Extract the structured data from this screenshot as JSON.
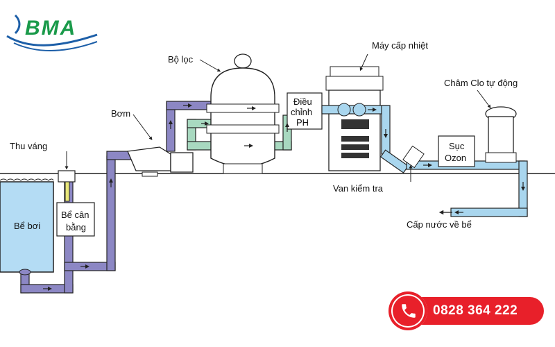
{
  "brand": {
    "logo_text": "BMA",
    "phone": "0828 364 222",
    "colors": {
      "logo_green": "#1a9a4a",
      "logo_blue": "#1d5fa8",
      "phone_red": "#e8202a"
    }
  },
  "labels": {
    "pool": "Bể bơi",
    "skimmer": "Thu váng",
    "balance_tank_line1": "Bể cân",
    "balance_tank_line2": "bằng",
    "pump": "Bơm",
    "filter": "Bộ lọc",
    "ph_line1": "Điều",
    "ph_line2": "chỉnh",
    "ph_line3": "PH",
    "heater": "Máy cấp nhiệt",
    "chlorinator": "Châm Clo tự động",
    "ozone_line1": "Sục",
    "ozone_line2": "Ozon",
    "check_valve": "Van kiểm tra",
    "return": "Cấp nước về bể"
  },
  "colors": {
    "purple_pipe": "#8c87c4",
    "green_pipe": "#a8d9c0",
    "blue_pipe": "#a9d6ee",
    "pool_water": "#b4dcf4",
    "yellow_pipe": "#e9e87a"
  },
  "icons": [
    "phone-icon",
    "arrow-icon"
  ]
}
